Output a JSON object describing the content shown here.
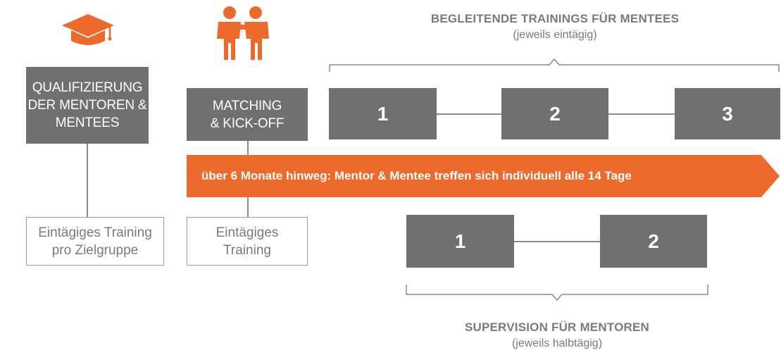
{
  "colors": {
    "accent": "#EE6A2C",
    "box": "#707070",
    "line": "#8a8a8a",
    "text_gray": "#7a7a7a"
  },
  "icons": {
    "left": "graduation-cap-icon",
    "right": "two-people-icon"
  },
  "qualification": {
    "title_line1": "QUALIFIZIERUNG",
    "title_line2": "DER MENTOREN &",
    "title_line3": "MENTEES",
    "detail_line1": "Eintägiges Training",
    "detail_line2": "pro Zielgruppe"
  },
  "matching": {
    "title_line1": "MATCHING",
    "title_line2": "& KICK-OFF",
    "detail_line1": "Eintägiges",
    "detail_line2": "Training"
  },
  "trainings": {
    "title": "BEGLEITENDE TRAININGS FÜR MENTEES",
    "subtitle": "(jeweils eintägig)",
    "steps": [
      "1",
      "2",
      "3"
    ]
  },
  "banner": {
    "prefix": "über ",
    "months": "6 Monate hinweg: ",
    "middle": "Mentor & Mentee treffen sich individuell alle ",
    "days": "14 Tage"
  },
  "supervision": {
    "title": "SUPERVISION FÜR MENTOREN",
    "subtitle": "(jeweils halbtägig)",
    "steps": [
      "1",
      "2"
    ]
  }
}
